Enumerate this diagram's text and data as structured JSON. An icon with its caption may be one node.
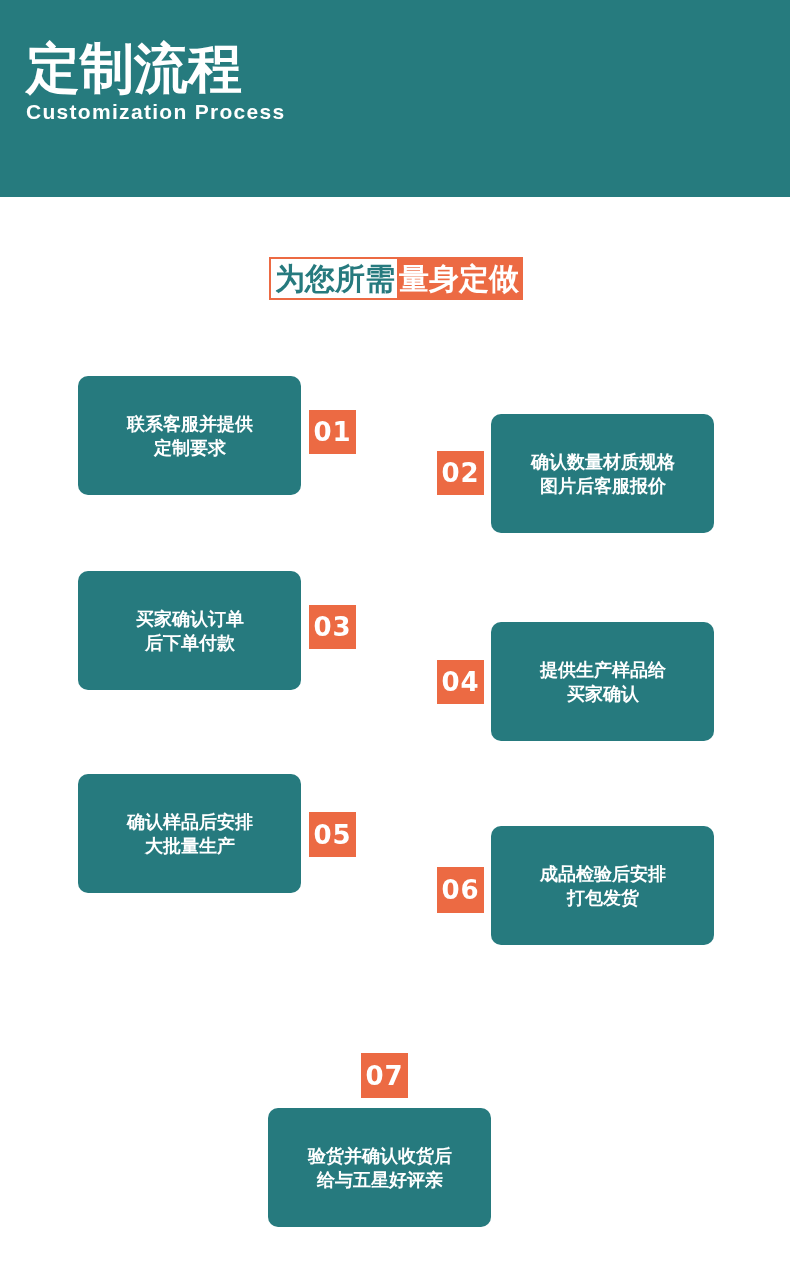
{
  "diagram": {
    "title": "定制流程",
    "nodes": [
      {
        "text": [
          "联系客服并提供定制要求"
        ]
      },
      {
        "text": [
          "01"
        ]
      },
      {
        "text": [
          "02"
        ]
      },
      {
        "text": [
          "确认数量材质规格图片后客服报价"
        ]
      },
      {
        "text": [
          "买家确认订单后下单付款"
        ]
      },
      {
        "text": [
          "03"
        ]
      },
      {
        "text": [
          "04"
        ]
      },
      {
        "text": [
          "提供生产样品给买家确认"
        ]
      },
      {
        "text": [
          "确认样品后安排大批量生产"
        ]
      },
      {
        "text": [
          "05"
        ]
      },
      {
        "text": [
          "06"
        ]
      },
      {
        "text": [
          "成品检验后安排打包发货"
        ]
      },
      {
        "text": [
          "07"
        ]
      },
      {
        "text": [
          "验货并确认收货后给与五星好评亲"
        ]
      }
    ],
    "labels": [
      "Customization Process",
      "为您所需",
      "量身定做"
    ]
  }
}
